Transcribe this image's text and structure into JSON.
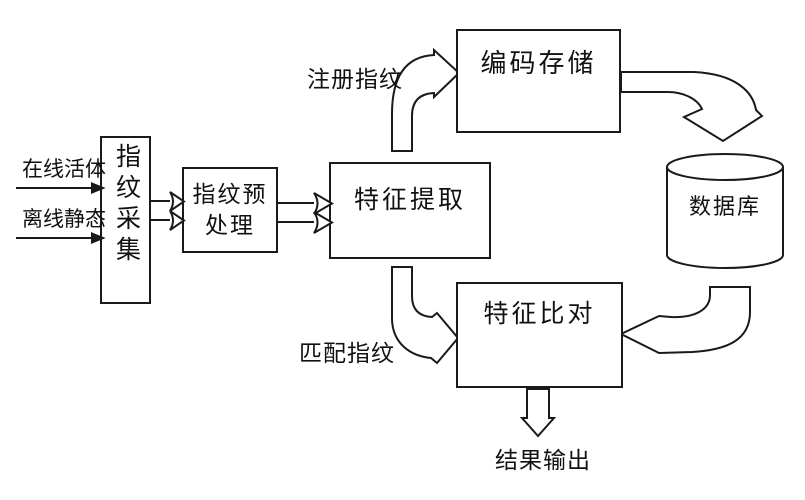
{
  "diagram": {
    "input_labels": {
      "online": "在线活体",
      "offline": "离线静态"
    },
    "nodes": {
      "collect": "指纹采集",
      "preprocess": {
        "line1": "指纹预",
        "line2": "处理"
      },
      "extract": "特征提取",
      "encode_store": "编码存储",
      "database": "数据库",
      "compare": "特征比对"
    },
    "flow_labels": {
      "register": "注册指纹",
      "match": "匹配指纹",
      "output": "结果输出"
    },
    "colors": {
      "line": "#1a1a1a",
      "background": "#ffffff"
    }
  }
}
